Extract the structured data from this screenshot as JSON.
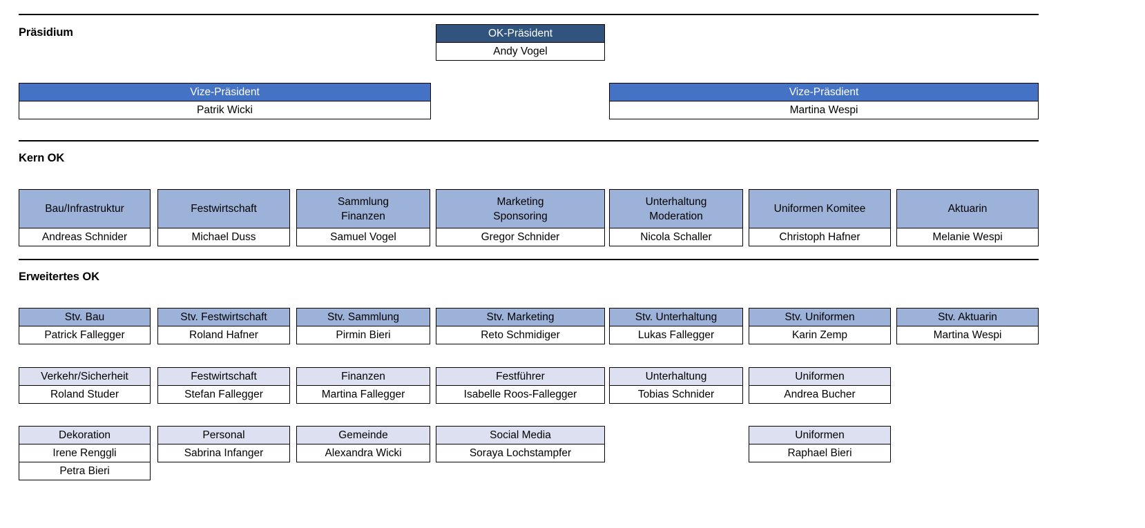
{
  "colors": {
    "header_dark": "#31547F",
    "header_mid": "#4472C4",
    "header_light": "#9DB2D9",
    "header_pale": "#DCE0F0",
    "box_border": "#000000",
    "rule": "#000000",
    "page_background": "#FFFFFF"
  },
  "sections": {
    "praesidium": {
      "label": "Präsidium",
      "president": {
        "title": "OK-Präsident",
        "name": "Andy Vogel"
      },
      "vice_presidents": [
        {
          "title": "Vize-Präsident",
          "name": "Patrik  Wicki"
        },
        {
          "title": "Vize-Präsdient",
          "name": "Martina Wespi"
        }
      ]
    },
    "kern_ok": {
      "label": "Kern OK",
      "boxes": [
        {
          "title": "Bau/Infrastruktur",
          "name": "Andreas Schnider"
        },
        {
          "title": "Festwirtschaft",
          "name": "Michael Duss"
        },
        {
          "title": "Sammlung\nFinanzen",
          "name": "Samuel Vogel"
        },
        {
          "title": "Marketing\nSponsoring",
          "name": "Gregor Schnider"
        },
        {
          "title": "Unterhaltung\nModeration",
          "name": "Nicola Schaller"
        },
        {
          "title": "Uniformen Komitee",
          "name": "Christoph Hafner"
        },
        {
          "title": "Aktuarin",
          "name": "Melanie Wespi"
        }
      ]
    },
    "erweitertes_ok": {
      "label": "Erweitertes OK",
      "row1": [
        {
          "title": "Stv. Bau",
          "name": "Patrick Fallegger"
        },
        {
          "title": "Stv. Festwirtschaft",
          "name": "Roland Hafner"
        },
        {
          "title": "Stv. Sammlung",
          "name": "Pirmin Bieri"
        },
        {
          "title": "Stv. Marketing",
          "name": "Reto Schmidiger"
        },
        {
          "title": "Stv. Unterhaltung",
          "name": "Lukas Fallegger"
        },
        {
          "title": "Stv. Uniformen",
          "name": "Karin Zemp"
        },
        {
          "title": "Stv. Aktuarin",
          "name": "Martina Wespi"
        }
      ],
      "row2": [
        {
          "title": "Verkehr/Sicherheit",
          "name": "Roland Studer"
        },
        {
          "title": "Festwirtschaft",
          "name": "Stefan Fallegger"
        },
        {
          "title": "Finanzen",
          "name": "Martina Fallegger"
        },
        {
          "title": "Festführer",
          "name": "Isabelle Roos-Fallegger"
        },
        {
          "title": "Unterhaltung",
          "name": "Tobias Schnider"
        },
        {
          "title": "Uniformen",
          "name": "Andrea Bucher"
        }
      ],
      "row3": [
        {
          "title": "Dekoration",
          "name": "Irene Renggli",
          "name2": "Petra Bieri"
        },
        {
          "title": "Personal",
          "name": "Sabrina Infanger"
        },
        {
          "title": "Gemeinde",
          "name": "Alexandra Wicki"
        },
        {
          "title": "Social Media",
          "name": "Soraya Lochstampfer"
        },
        {
          "title": "Uniformen",
          "name": "Raphael Bieri"
        }
      ]
    }
  }
}
